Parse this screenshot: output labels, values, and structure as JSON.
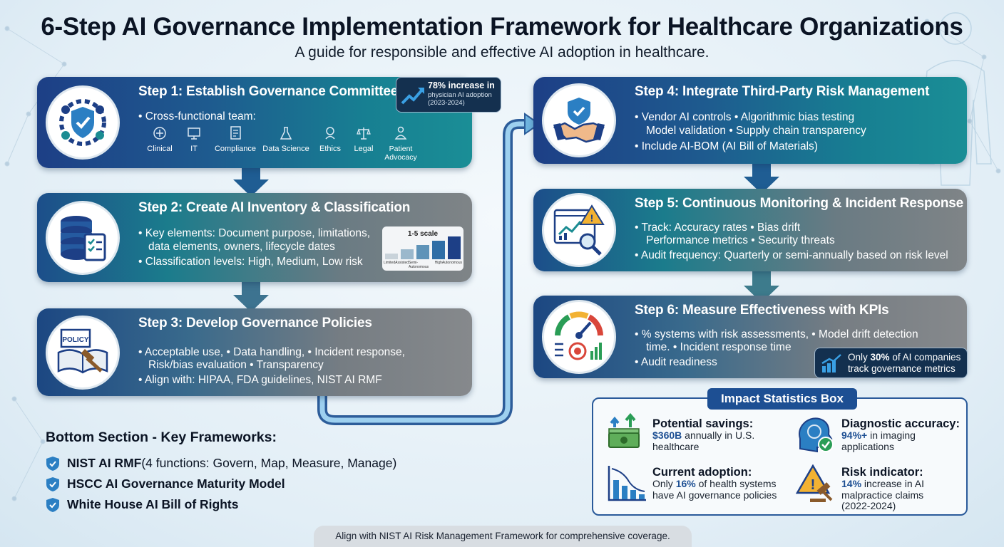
{
  "title": "6-Step AI Governance Implementation Framework for Healthcare Organizations",
  "subtitle": "A guide for responsible and effective AI adoption in healthcare.",
  "steps": [
    {
      "title": "Step 1: Establish Governance Committee",
      "lead": "Cross-functional team:",
      "members": [
        "Clinical",
        "IT",
        "Compliance",
        "Data Science",
        "Ethics",
        "Legal",
        "Patient Advocacy"
      ]
    },
    {
      "title": "Step 2: Create AI Inventory & Classification",
      "lines": [
        "Key elements: Document purpose, limitations,",
        "data elements, owners, lifecycle dates",
        "Classification levels: High, Medium, Low risk"
      ]
    },
    {
      "title": "Step 3: Develop Governance Policies",
      "lines": [
        "Acceptable use,  •  Data handling,  •  Incident response,",
        "Risk/bias evaluation   •  Transparency",
        "Align with: HIPAA, FDA guidelines, NIST AI RMF"
      ]
    },
    {
      "title": "Step 4: Integrate Third-Party Risk Management",
      "lines": [
        "Vendor AI controls  •  Algorithmic bias testing",
        "Model validation  •  Supply chain transparency",
        "Include AI-BOM (AI Bill of Materials)"
      ]
    },
    {
      "title": "Step 5: Continuous Monitoring & Incident Response",
      "lines": [
        "Track: Accuracy rates  •  Bias drift",
        "Performance metrics  •  Security threats",
        "Audit frequency: Quarterly or semi-annually based on risk level"
      ]
    },
    {
      "title": "Step 6: Measure Effectiveness with KPIs",
      "lines": [
        "% systems with risk assessments,  •  Model drift detection",
        "time.  •  Incident response time",
        "Audit readiness"
      ]
    }
  ],
  "callouts": {
    "adoption_big": "78% increase in",
    "adoption_small1": "physician AI adoption",
    "adoption_small2": "(2023-2024)",
    "scale_label": "1-5 scale",
    "scale_levels": [
      "Limited",
      "Assisted",
      "Semi-Autonomous",
      "High",
      "Autonomous"
    ],
    "kpi_prefix": "Only",
    "kpi_value": "30%",
    "kpi_rest": "of AI companies",
    "kpi_line2": "track governance metrics"
  },
  "frameworks": {
    "heading": "Bottom Section - Key Frameworks:",
    "items": [
      {
        "bold": "NIST AI RMF",
        "rest": " (4 functions: Govern, Map, Measure, Manage)"
      },
      {
        "bold": "HSCC AI Governance Maturity Model",
        "rest": ""
      },
      {
        "bold": "White House AI Bill of Rights",
        "rest": ""
      }
    ]
  },
  "impact": {
    "heading": "Impact Statistics Box",
    "savings": {
      "label": "Potential savings:",
      "value": "$360B",
      "rest1": " annually in U.S.",
      "rest2": "healthcare"
    },
    "accuracy": {
      "label": "Diagnostic accuracy:",
      "value": "94%+",
      "rest1": " in imaging",
      "rest2": "applications"
    },
    "adoption": {
      "label": "Current adoption:",
      "pre": "Only ",
      "value": "16%",
      "rest1": " of health systems",
      "rest2": "have AI governance policies"
    },
    "risk": {
      "label": "Risk indicator:",
      "value": "14%",
      "rest1": " increase in AI",
      "rest2": "malpractice claims",
      "rest3": "(2022-2024)"
    }
  },
  "footer": "Align with NIST AI Risk Management Framework for comprehensive coverage.",
  "colors": {
    "navy": "#1d3f86",
    "teal": "#1a8e96",
    "gray": "#86898c",
    "accent": "#1d4f93"
  }
}
